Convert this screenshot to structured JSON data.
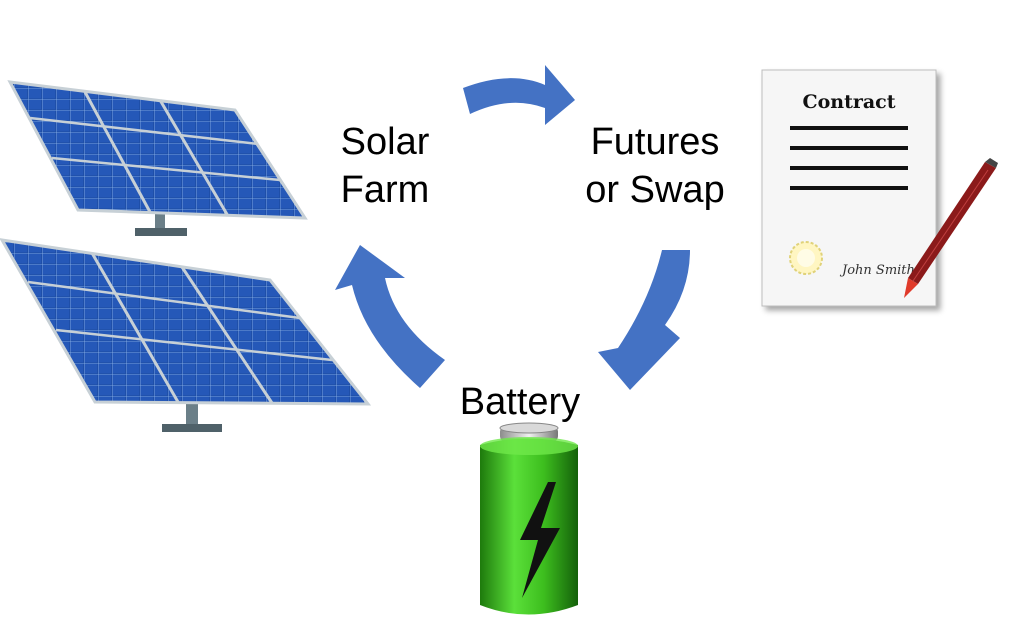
{
  "labels": {
    "solar_farm": [
      "Solar",
      "Farm"
    ],
    "futures_swap": [
      "Futures",
      "or Swap"
    ],
    "battery": "Battery"
  },
  "contract": {
    "title": "Contract",
    "signature": "John Smith"
  },
  "colors": {
    "arrow": "#4472C4",
    "panel": "#1F4FA8",
    "panel_grid": "#8FB6E8",
    "battery": "#3DBE1E",
    "battery_dark": "#1E7A0C",
    "paper": "#F6F6F6",
    "pen": "#8B1A1A"
  },
  "icons": [
    "solar-panel-icon",
    "contract-icon",
    "pen-icon",
    "battery-icon",
    "lightning-bolt-icon",
    "cycle-arrow"
  ]
}
